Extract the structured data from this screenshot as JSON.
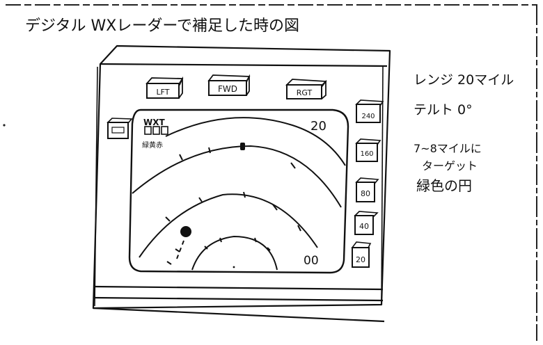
{
  "sketch": {
    "title": "デジタル WXレーダーで補足した時の図",
    "notes": {
      "range": "レンジ 20マイル",
      "tilt": "テルト 0°",
      "target_line1": "7~8マイルに",
      "target_line2": "ターゲット",
      "target_line3": "緑色の円"
    },
    "panel": {
      "top_buttons": [
        "LFT",
        "FWD",
        "RGT"
      ],
      "left_button": "",
      "right_buttons": [
        "240",
        "160",
        "80",
        "40",
        "20"
      ]
    },
    "display": {
      "mode": "WXT",
      "mode_sub": "緑黄赤",
      "range_top": "20",
      "range_bottom": "00"
    }
  }
}
